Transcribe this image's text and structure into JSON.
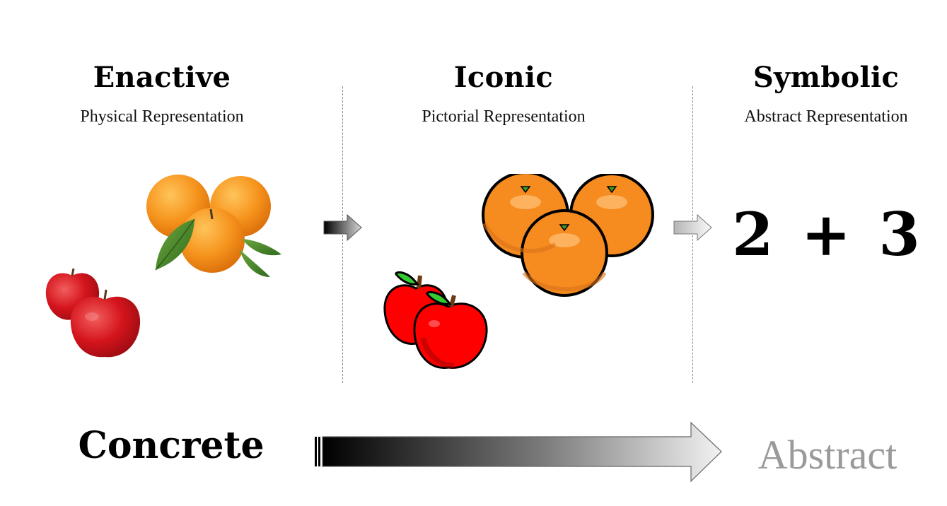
{
  "columns": [
    {
      "title": "Enactive",
      "subtitle": "Physical Representation"
    },
    {
      "title": "Iconic",
      "subtitle": "Pictorial Representation"
    },
    {
      "title": "Symbolic",
      "subtitle": "Abstract Representation"
    }
  ],
  "symbolic": {
    "equation": "2 + 3"
  },
  "continuum": {
    "start_label": "Concrete",
    "end_label": "Abstract"
  },
  "icons": {
    "enactive": [
      "orange-photo-icon",
      "apple-photo-icon"
    ],
    "iconic": [
      "orange-cartoon-icon",
      "apple-cartoon-icon"
    ],
    "arrows": [
      "right-arrow-icon"
    ]
  },
  "colors": {
    "orange": "#F6941D",
    "cartoon_orange": "#F68B1F",
    "apple_red": "#D4141C",
    "cartoon_apple_red": "#FF0000",
    "leaf_green": "#4E8A2E",
    "abstract_text": "#9A9A9A",
    "divider": "#8A8A8A"
  }
}
